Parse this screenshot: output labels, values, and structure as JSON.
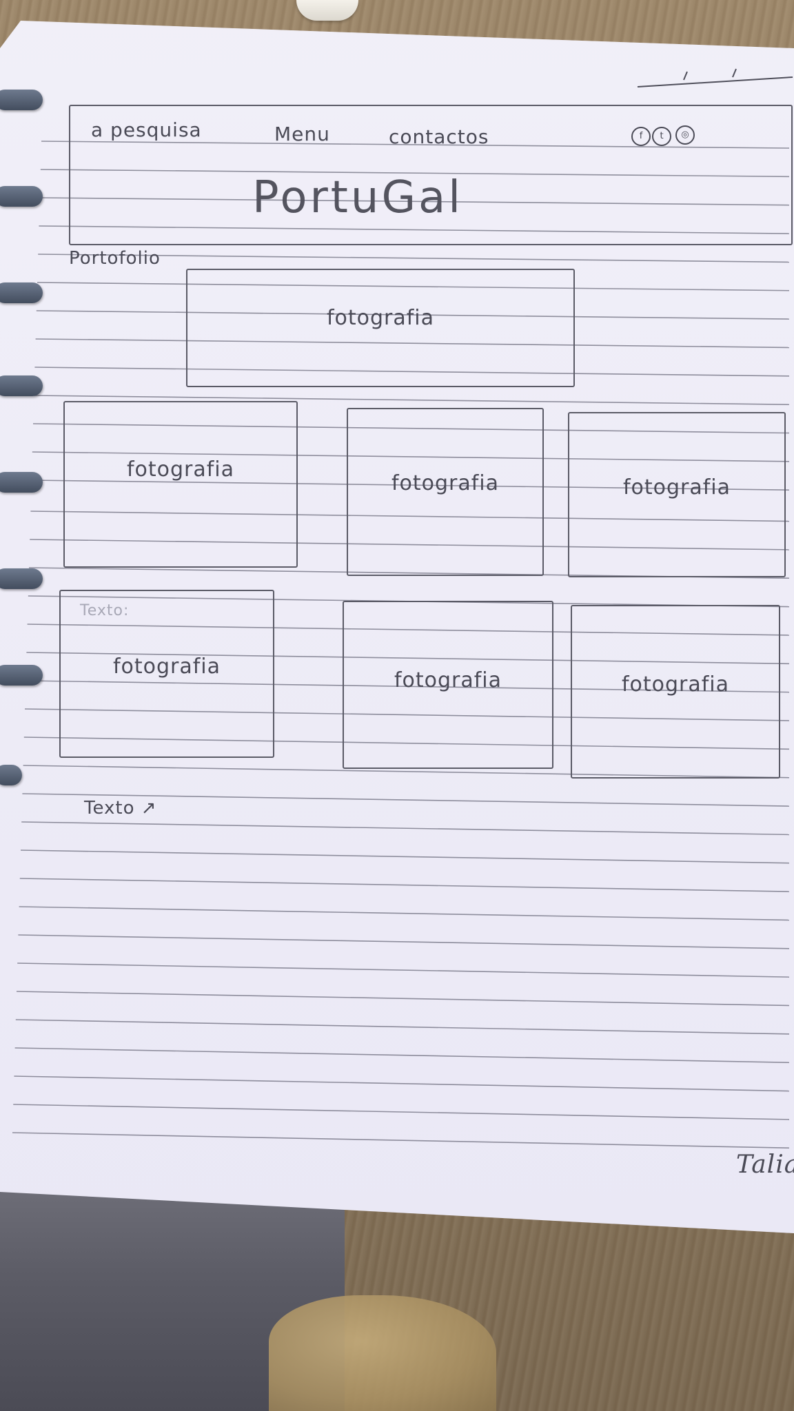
{
  "nav": {
    "search": "a pesquisa",
    "menu": "Menu",
    "contacts": "contactos"
  },
  "header": {
    "title": "PortuGal"
  },
  "portfolio": {
    "label": "Portofolio"
  },
  "photos": {
    "hero": "fotografia",
    "row1": [
      "fotografia",
      "fotografia",
      "fotografia"
    ],
    "row2": [
      "fotografia",
      "fotografia",
      "fotografia"
    ]
  },
  "texts": {
    "row2_note": "Texto:",
    "body_label": "Texto ↗"
  },
  "signature": {
    "name": "Talia"
  },
  "icons": {
    "social": [
      "facebook-icon",
      "twitter-icon",
      "instagram-icon"
    ]
  }
}
